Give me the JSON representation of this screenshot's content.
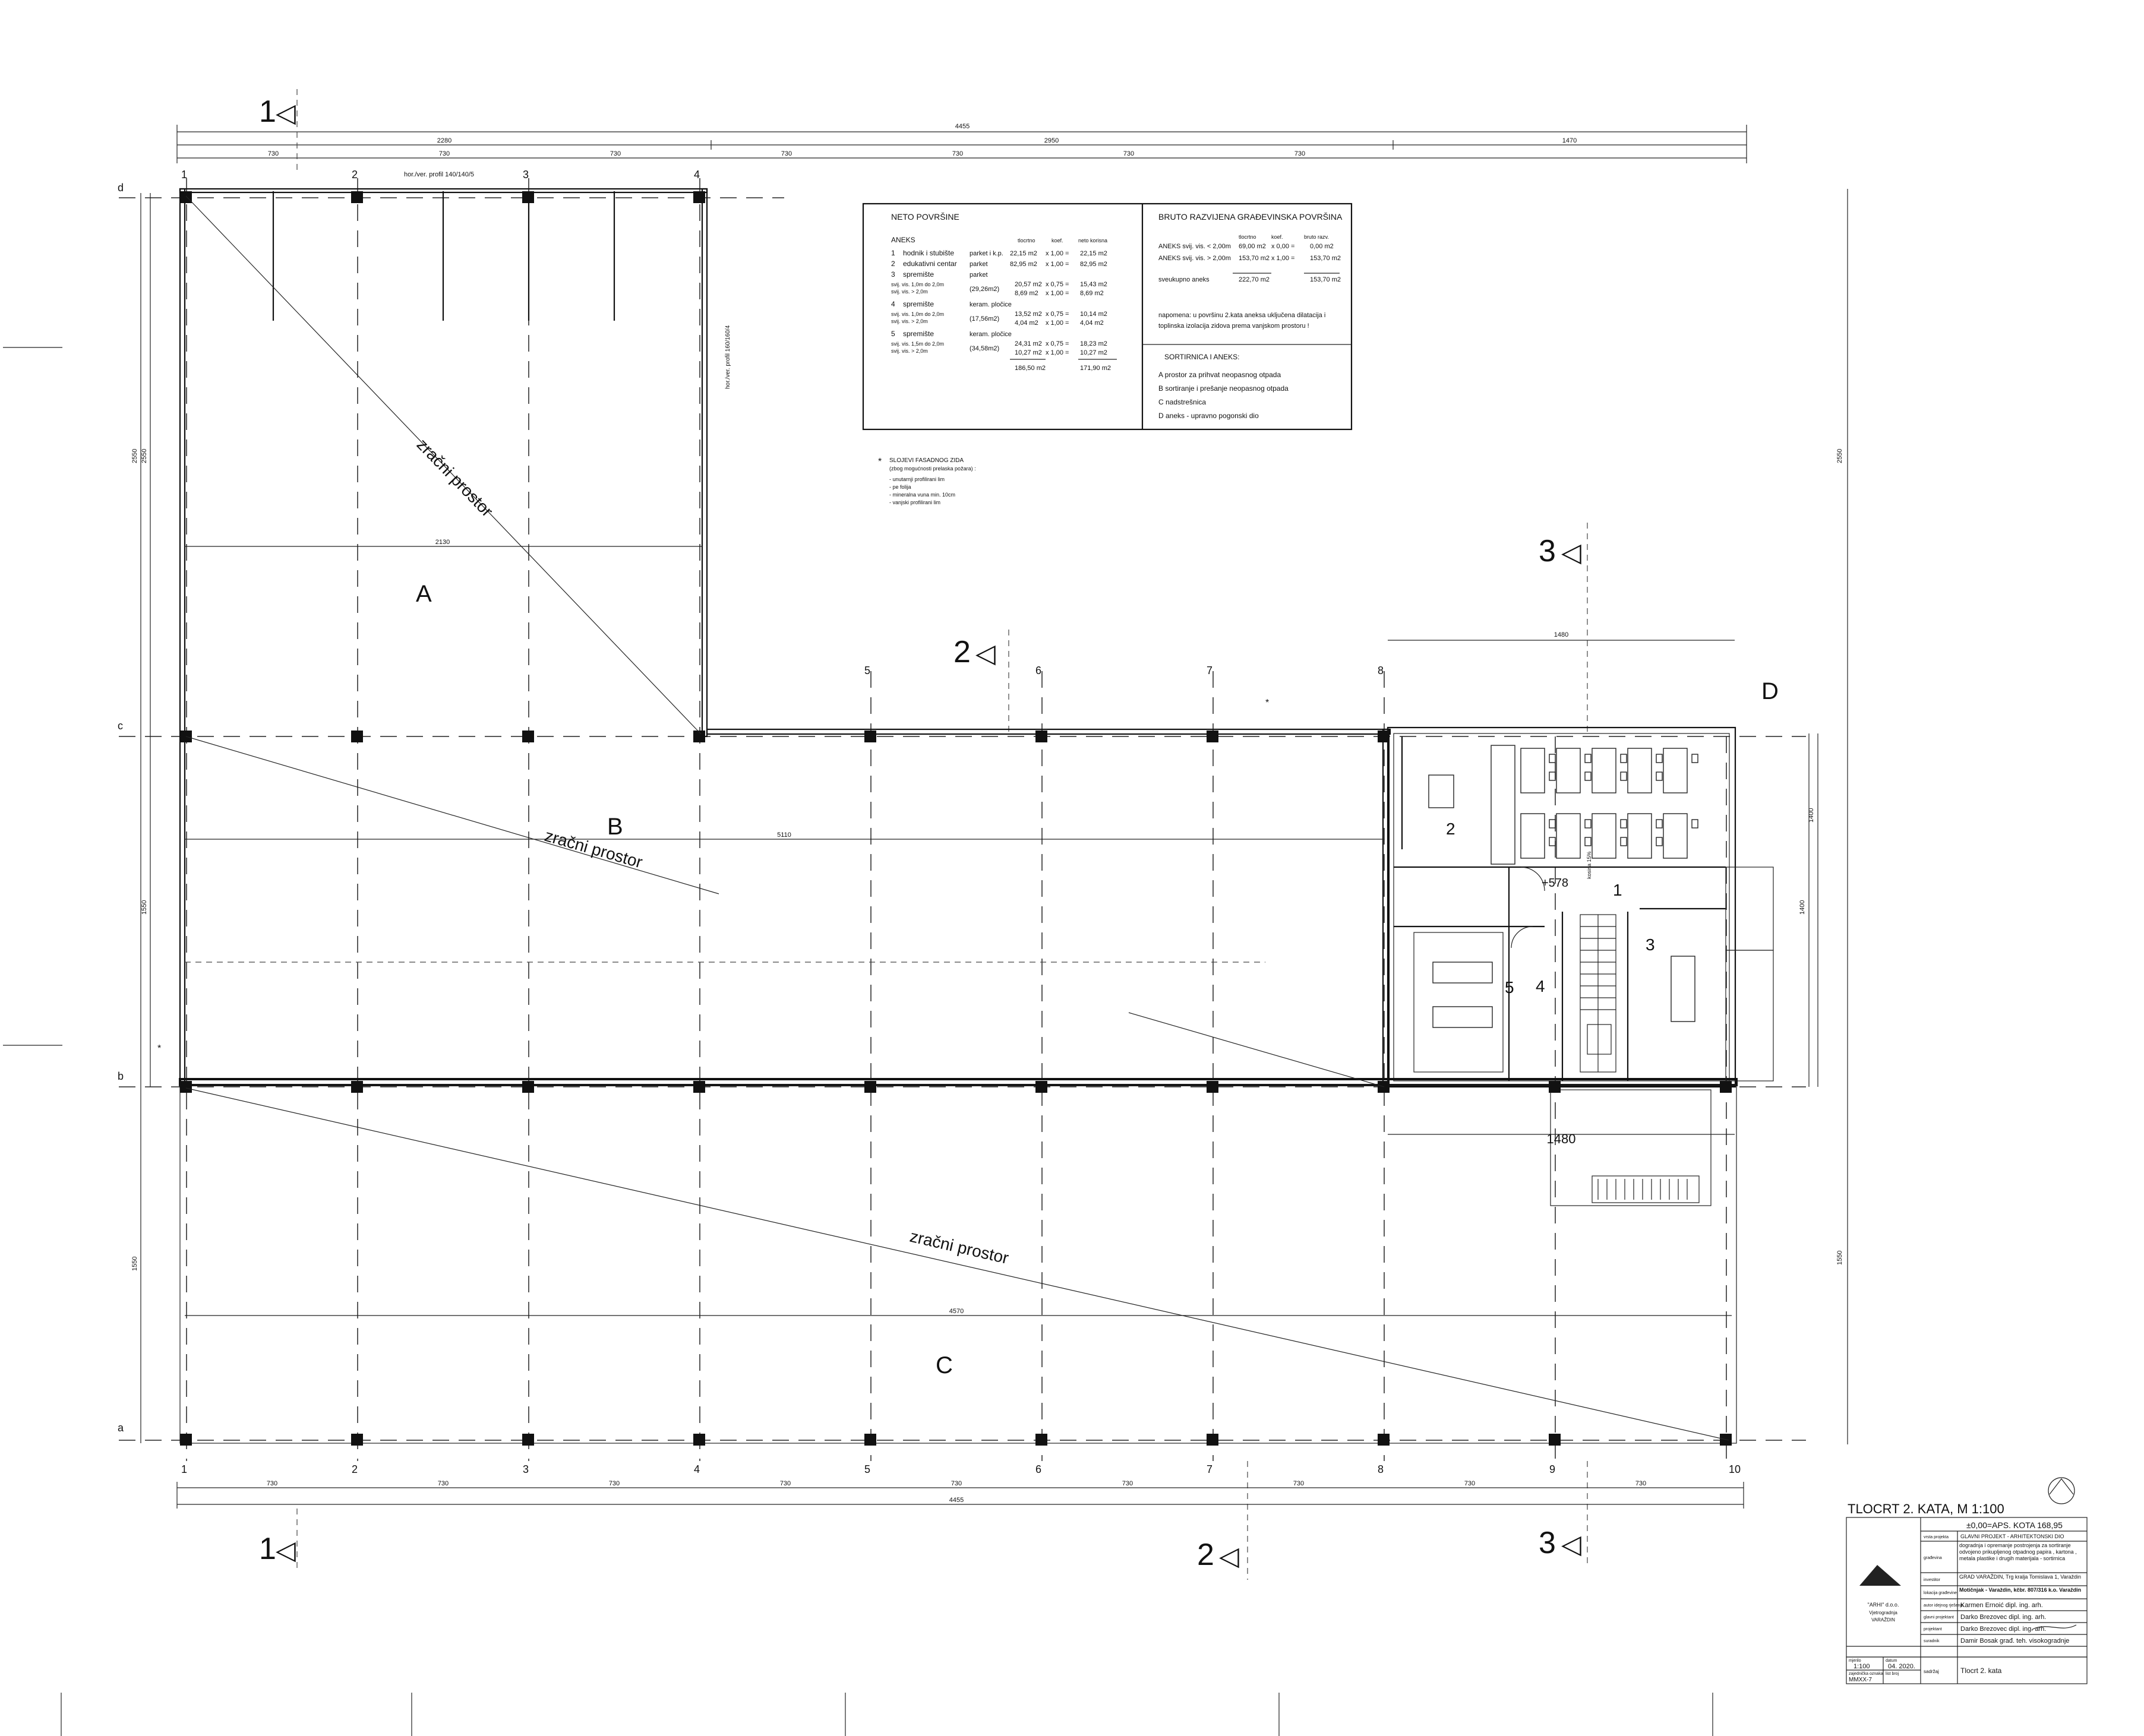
{
  "drawing": {
    "title": "TLOCRT 2. KATA, M 1:100",
    "dims_top": {
      "overall": "4455",
      "segments": [
        "2280",
        "2950",
        "1470"
      ],
      "bays": [
        "730",
        "730",
        "730",
        "730",
        "730",
        "730",
        "730"
      ]
    },
    "dims_bottom": {
      "overall": "4455",
      "bays": [
        "730",
        "730",
        "730",
        "730",
        "730",
        "730",
        "730",
        "730",
        "730"
      ]
    },
    "dims_right": {
      "overall": "2550",
      "lower": "1550",
      "mid": "1400",
      "center": "1400"
    },
    "dims_left": {
      "upper": "2550",
      "upper2": "2550",
      "mid": "1550",
      "low": "1550"
    },
    "internal_dims": {
      "a_width": "2130",
      "b_width": "5110",
      "c_width": "4570",
      "annex_width": "1480",
      "annex_bottom": "1480"
    },
    "axis_numbers": [
      "1",
      "2",
      "3",
      "4",
      "5",
      "6",
      "7",
      "8",
      "9",
      "10"
    ],
    "axis_letters": [
      "a",
      "b",
      "c",
      "d"
    ],
    "sections": [
      {
        "label": "1",
        "arrow": "◁"
      },
      {
        "label": "2",
        "arrow": "◁"
      },
      {
        "label": "3",
        "arrow": "◁"
      }
    ],
    "zones": [
      "A",
      "B",
      "C",
      "D"
    ],
    "void_label": "zračni prostor",
    "annex_rooms": [
      "1",
      "2",
      "3",
      "4",
      "5"
    ],
    "level_mark": "+578",
    "stair_label": "kosina 15%",
    "profile_label": "hor./ver. profil 140/140/5",
    "profile_label2": "hor./ver. profil 160/160/4",
    "star_note": "*"
  },
  "neto_table": {
    "title": "NETO POVRŠINE",
    "section": "ANEKS",
    "headers": [
      "tlocrtno",
      "koef.",
      "neto korisna"
    ],
    "rows": [
      {
        "no": "1",
        "name": "hodnik i stubište",
        "floor": "parket i k.p.",
        "area": "22,15 m2",
        "k": "x 1,00 =",
        "net": "22,15 m2"
      },
      {
        "no": "2",
        "name": "edukativni centar",
        "floor": "parket",
        "area": "82,95 m2",
        "k": "x 1,00 =",
        "net": "82,95 m2"
      },
      {
        "no": "3",
        "name": "spremište",
        "floor": "parket",
        "sub1": "svij. vis. 1,0m do 2,0m",
        "sub2": "svij. vis. > 2,0m",
        "total": "(29,26m2)",
        "a1": "20,57 m2",
        "k1": "x 0,75 =",
        "n1": "15,43 m2",
        "a2": "8,69 m2",
        "k2": "x 1,00 =",
        "n2": "8,69 m2"
      },
      {
        "no": "4",
        "name": "spremište",
        "floor": "keram. pločice",
        "sub1": "svij. vis. 1,0m do 2,0m",
        "sub2": "svij. vis. > 2,0m",
        "total": "(17,56m2)",
        "a1": "13,52 m2",
        "k1": "x 0,75 =",
        "n1": "10,14 m2",
        "a2": "4,04 m2",
        "k2": "x 1,00 =",
        "n2": "4,04 m2"
      },
      {
        "no": "5",
        "name": "spremište",
        "floor": "keram. pločice",
        "sub1": "svij. vis. 1,5m do 2,0m",
        "sub2": "svij. vis. > 2,0m",
        "total": "(34,58m2)",
        "a1": "24,31 m2",
        "k1": "x 0,75 =",
        "n1": "18,23 m2",
        "a2": "10,27 m2",
        "k2": "x 1,00 =",
        "n2": "10,27 m2"
      }
    ],
    "sum_area": "186,50 m2",
    "sum_net": "171,90 m2"
  },
  "bruto_table": {
    "title": "BRUTO RAZVIJENA GRAĐEVINSKA POVRŠINA",
    "headers": [
      "tlocrtno",
      "koef.",
      "bruto razv."
    ],
    "row1": {
      "label": "ANEKS svij. vis. < 2,00m",
      "a": "69,00 m2",
      "k": "x 0,00 =",
      "v": "0,00 m2"
    },
    "row2": {
      "label": "ANEKS svij. vis. > 2,00m",
      "a": "153,70 m2",
      "k": "x 1,00 =",
      "v": "153,70 m2"
    },
    "total_label": "sveukupno aneks",
    "total_a": "222,70 m2",
    "total_v": "153,70 m2",
    "note1": "napomena: u površinu 2.kata aneksa uključena dilatacija i",
    "note2": "toplinska izolacija zidova prema vanjskom prostoru !",
    "legend_title": "SORTIRNICA I ANEKS:",
    "legend": [
      "A  prostor za prihvat neopasnog otpada",
      "B  sortiranje i prešanje neopasnog otpada",
      "C  nadstrešnica",
      "D  aneks - upravno pogonski dio"
    ]
  },
  "facade_note": {
    "title": "SLOJEVI FASADNOG ZIDA",
    "subtitle": "(zbog mogućnosti prelaska požara) :",
    "items": [
      "- unutarnji profilirani lim",
      "- pe folija",
      "- mineralna vuna min. 10cm",
      "- vanjski profilirani lim"
    ]
  },
  "title_block": {
    "level": "±0,00=APS. KOTA 168,95",
    "labels": [
      "vrsta projekta",
      "građevina",
      "investitor",
      "lokacija građevine",
      "autor idejnog rješenja",
      "glavni projektant",
      "projektant",
      "suradnik"
    ],
    "project_type": "GLAVNI PROJEKT - ARHITEKTONSKI DIO",
    "building": "dogradnja i opremanje postrojenja za sortiranje odvojeno prikupljenog otpadnog papira , kartona , metala plastike i drugih materijala - sortirnica",
    "investor": "GRAD VARAŽDIN, Trg kralja Tomislava 1, Varaždin",
    "location": "Motičnjak - Varaždin, kčbr. 807/316 k.o. Varaždin",
    "author": "Karmen Ernoić dipl. ing. arh.",
    "chief": "Darko Brezovec dipl. ing. arh.",
    "designer": "Darko Brezovec dipl. ing. arh.",
    "assistant": "Damir Bosak građ. teh. visokogradnje",
    "company": "\"ARHI\" d.o.o.",
    "company_desc": "Vjetrogradnja",
    "company_city": "VARAŽDIN",
    "scale_label": "mjerilo",
    "scale": "1:100",
    "date_label": "datum",
    "date": "04. 2020.",
    "number_label": "zajednička oznaka",
    "number": "MMXX-7",
    "sheet_label": "list broj",
    "content_label": "sadržaj",
    "content": "Tlocrt 2. kata"
  }
}
